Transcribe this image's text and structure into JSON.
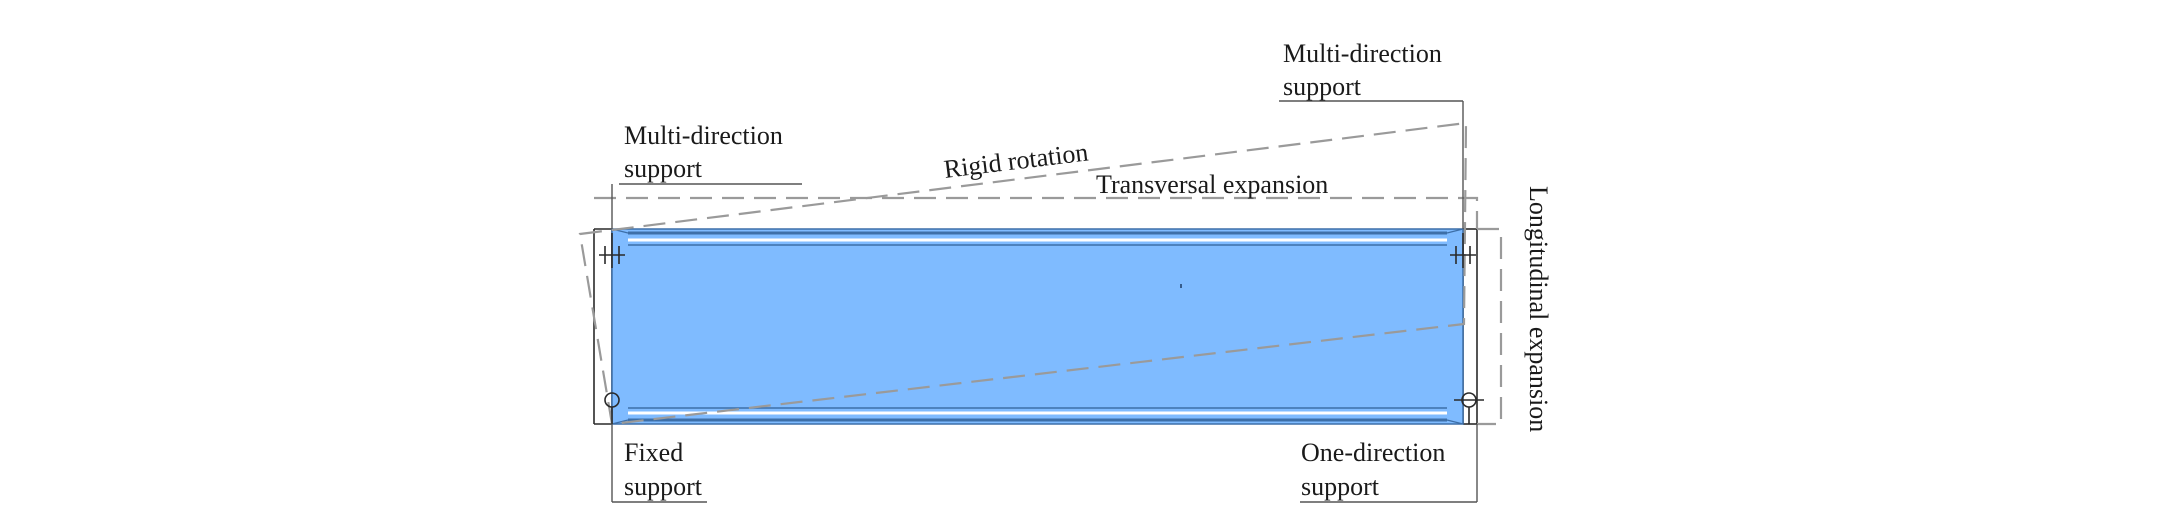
{
  "labels": {
    "multi_top_left": [
      "Multi-direction",
      "support"
    ],
    "multi_top_right": [
      "Multi-direction",
      "support"
    ],
    "fixed_bottom_left": [
      "Fixed",
      "support"
    ],
    "one_bottom_right": [
      "One-direction",
      "support"
    ],
    "rigid_rotation": "Rigid rotation",
    "transversal_expansion": "Transversal expansion",
    "longitudinal_expansion": "Longitudinal expansion"
  },
  "colors": {
    "slab_fill": "#7fbbff",
    "girder_stroke": "#3d6fa8",
    "dashed_outline": "#9a9a9a",
    "line_work": "#2a2a2a"
  }
}
